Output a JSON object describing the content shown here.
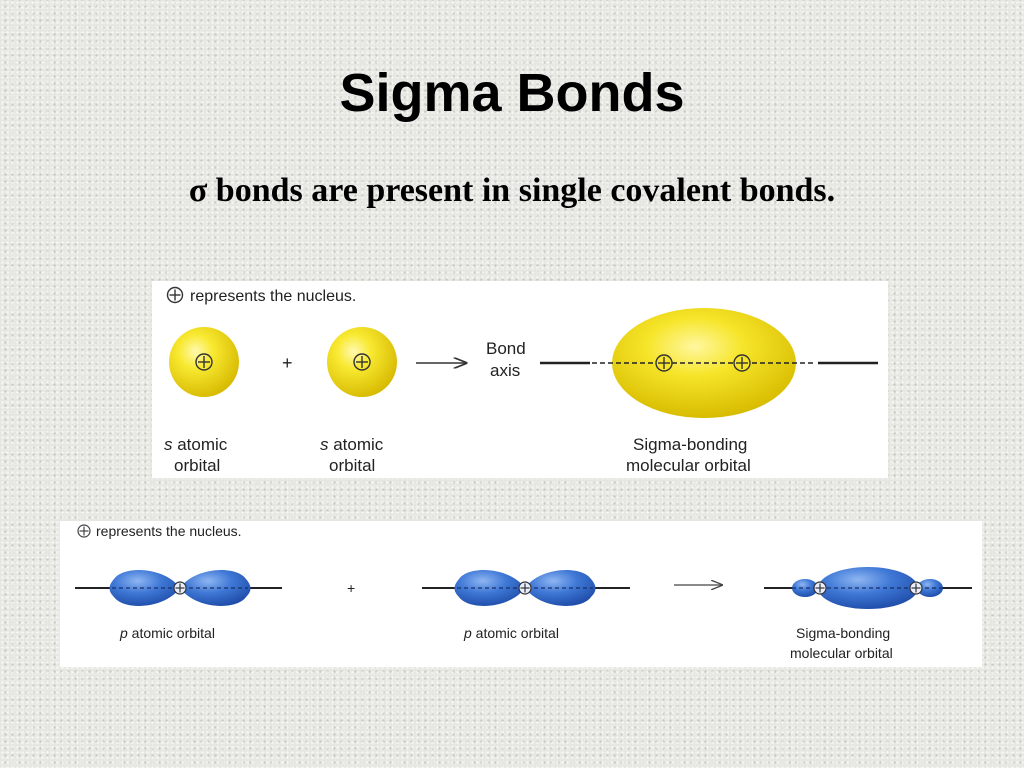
{
  "slide": {
    "title": "Sigma Bonds",
    "subtitle": "σ bonds are present in single covalent bonds."
  },
  "s_panel": {
    "legend": "represents the nucleus.",
    "plus": "+",
    "bond_axis_line1": "Bond",
    "bond_axis_line2": "axis",
    "s1_line1_italic": "s",
    "s1_line1_rest": " atomic",
    "s1_line2": "orbital",
    "s2_line1_italic": "s",
    "s2_line1_rest": " atomic",
    "s2_line2": "orbital",
    "result_line1": "Sigma-bonding",
    "result_line2": "molecular orbital",
    "colors": {
      "s_orbital": "#f0dc1e",
      "arrow": "#333333"
    }
  },
  "p_panel": {
    "legend": "represents the nucleus.",
    "plus": "+",
    "p1_italic": "p",
    "p1_rest": " atomic orbital",
    "p2_italic": "p",
    "p2_rest": " atomic orbital",
    "result_line1": "Sigma-bonding",
    "result_line2": "molecular orbital",
    "colors": {
      "p_orbital": "#2f68c8"
    }
  }
}
